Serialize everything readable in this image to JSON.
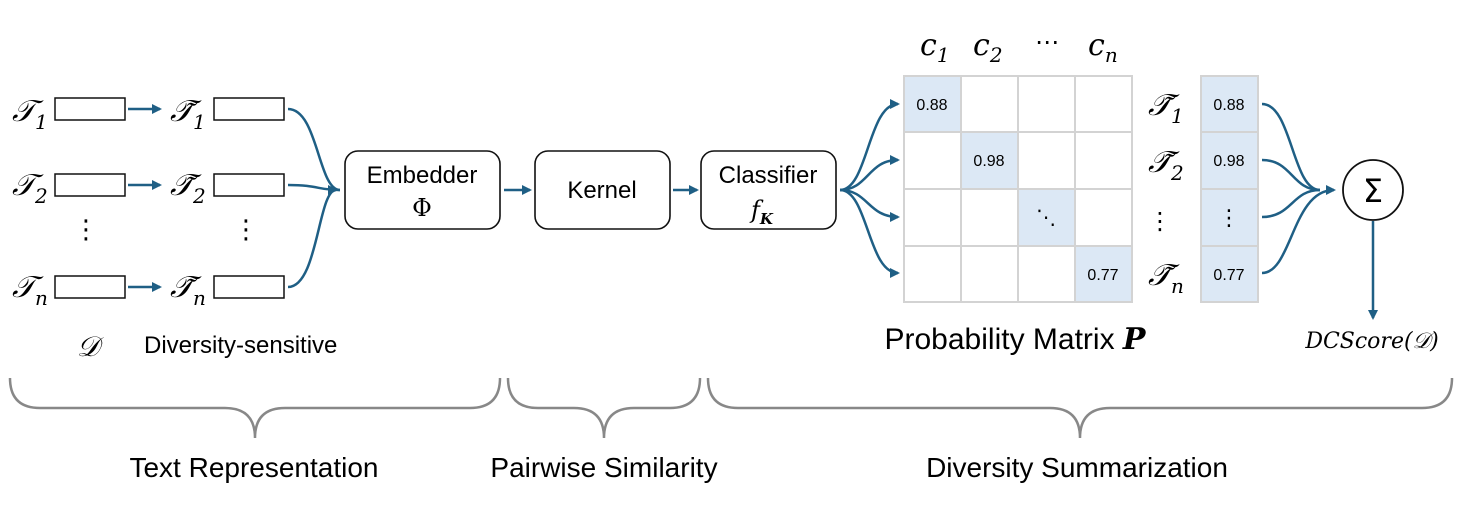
{
  "inputs": {
    "left": [
      {
        "base": "𝒯",
        "sub": "1"
      },
      {
        "base": "𝒯",
        "sub": "2"
      },
      {
        "base": "⋮",
        "sub": ""
      },
      {
        "base": "𝒯",
        "sub": "n"
      }
    ],
    "right": [
      {
        "base": "𝒯̃",
        "sub": "1"
      },
      {
        "base": "𝒯̃",
        "sub": "2"
      },
      {
        "base": "⋮",
        "sub": ""
      },
      {
        "base": "𝒯̃",
        "sub": "n"
      }
    ],
    "dataset_label": "𝒟",
    "transform_label": "Diversity-sensitive"
  },
  "boxes": {
    "embedder": {
      "line1": "Embedder",
      "line2": "Φ"
    },
    "kernel": {
      "line1": "Kernel"
    },
    "classifier": {
      "line1": "Classifier",
      "line2_base": "f",
      "line2_sub": "K"
    }
  },
  "matrix": {
    "col_headers": [
      {
        "base": "c",
        "sub": "1"
      },
      {
        "base": "c",
        "sub": "2"
      },
      {
        "base": "⋯",
        "sub": ""
      },
      {
        "base": "c",
        "sub": "n"
      }
    ],
    "diagonal": [
      "0.88",
      "0.98",
      "⋱",
      "0.77"
    ],
    "caption": "Probability Matrix",
    "caption_symbol": "P"
  },
  "vector": {
    "row_labels": [
      {
        "base": "𝒯̃",
        "sub": "1"
      },
      {
        "base": "𝒯̃",
        "sub": "2"
      },
      {
        "base": "⋮",
        "sub": ""
      },
      {
        "base": "𝒯̃",
        "sub": "n"
      }
    ],
    "values": [
      "0.88",
      "0.98",
      "⋮",
      "0.77"
    ]
  },
  "sum": {
    "symbol": "Σ",
    "output": "DCScore(𝒟)"
  },
  "stages": [
    "Text Representation",
    "Pairwise Similarity",
    "Diversity Summarization"
  ],
  "colors": {
    "arrow": "#1f5f85",
    "cell": "#dce8f5",
    "grid": "#d3d3d3",
    "box_border": "#111111",
    "brace": "#888888"
  }
}
